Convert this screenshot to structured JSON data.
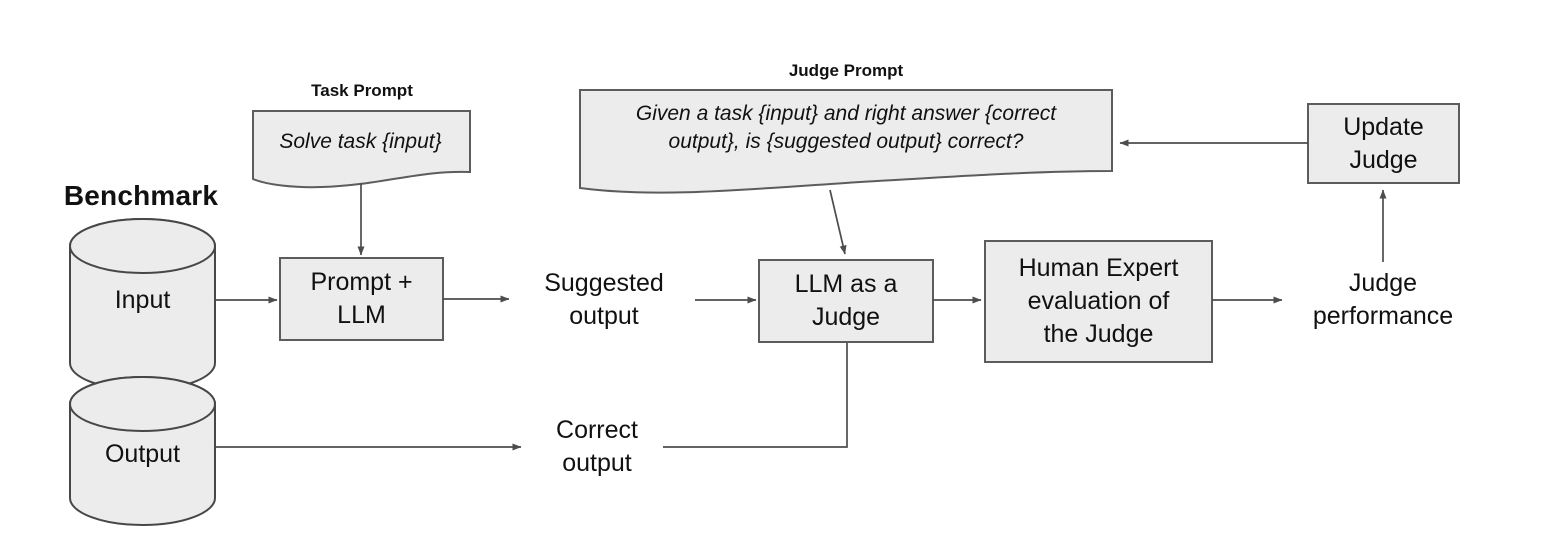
{
  "colors": {
    "background": "#ffffff",
    "shape_fill": "#ececec",
    "shape_border": "#5c5c5c",
    "cylinder_border": "#474747",
    "arrow": "#4d4d4d",
    "text": "#111111"
  },
  "diagram": {
    "benchmark": {
      "label": "Benchmark",
      "input": "Input",
      "output": "Output"
    },
    "task_prompt": {
      "label": "Task Prompt",
      "text": "Solve task {input}"
    },
    "judge_prompt": {
      "label": "Judge Prompt",
      "text": "Given a task {input} and right answer {correct\noutput}, is {suggested output} correct?"
    },
    "nodes": {
      "prompt_llm": "Prompt +\nLLM",
      "suggested_output": "Suggested\noutput",
      "llm_judge": "LLM as a\nJudge",
      "human_expert": "Human Expert\nevaluation of\nthe Judge",
      "judge_performance": "Judge\nperformance",
      "update_judge": "Update\nJudge",
      "correct_output": "Correct\noutput"
    }
  }
}
